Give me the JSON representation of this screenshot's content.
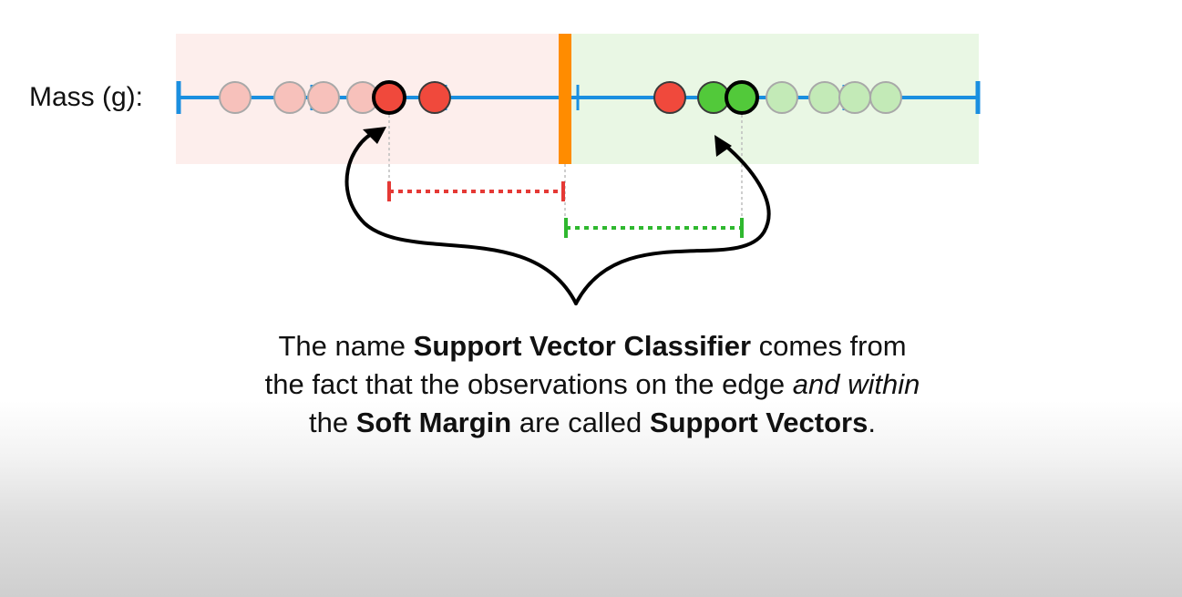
{
  "axis": {
    "label": "Mass (g):"
  },
  "caption": {
    "line1": [
      {
        "text": "The name ",
        "style": "normal"
      },
      {
        "text": "Support Vector Classifier",
        "style": "bold"
      },
      {
        "text": " comes from",
        "style": "normal"
      }
    ],
    "line2": [
      {
        "text": "the fact that the observations on the edge ",
        "style": "normal"
      },
      {
        "text": "and within",
        "style": "italic"
      }
    ],
    "line3": [
      {
        "text": "the ",
        "style": "normal"
      },
      {
        "text": "Soft Margin",
        "style": "bold"
      },
      {
        "text": " are called ",
        "style": "normal"
      },
      {
        "text": "Support Vectors",
        "style": "bold"
      },
      {
        "text": ".",
        "style": "normal"
      }
    ]
  },
  "colors": {
    "axis_line": "#1a8fe0",
    "threshold": "#ff8c00",
    "red_region": "#fdeeec",
    "green_region": "#e9f7e4",
    "red_point": "#f0493c",
    "red_point_faded": "#f7c1bb",
    "green_point": "#52c93a",
    "green_point_faded": "#c3eab7",
    "faded_stroke": "#a8a8a8",
    "support_stroke": "#000000",
    "red_margin": "#e53935",
    "green_margin": "#2fb82f",
    "arrow": "#000000"
  },
  "points": [
    {
      "class": "red",
      "faded": true,
      "support": false
    },
    {
      "class": "red",
      "faded": true,
      "support": false
    },
    {
      "class": "red",
      "faded": true,
      "support": false
    },
    {
      "class": "red",
      "faded": true,
      "support": false
    },
    {
      "class": "red",
      "faded": false,
      "support": true
    },
    {
      "class": "red",
      "faded": false,
      "support": false
    },
    {
      "class": "red",
      "faded": false,
      "support": false
    },
    {
      "class": "green",
      "faded": false,
      "support": false
    },
    {
      "class": "green",
      "faded": false,
      "support": true
    },
    {
      "class": "green",
      "faded": true,
      "support": false
    },
    {
      "class": "green",
      "faded": true,
      "support": false
    },
    {
      "class": "green",
      "faded": true,
      "support": false
    },
    {
      "class": "green",
      "faded": true,
      "support": false
    },
    {
      "class": "green",
      "faded": true,
      "support": false
    }
  ]
}
